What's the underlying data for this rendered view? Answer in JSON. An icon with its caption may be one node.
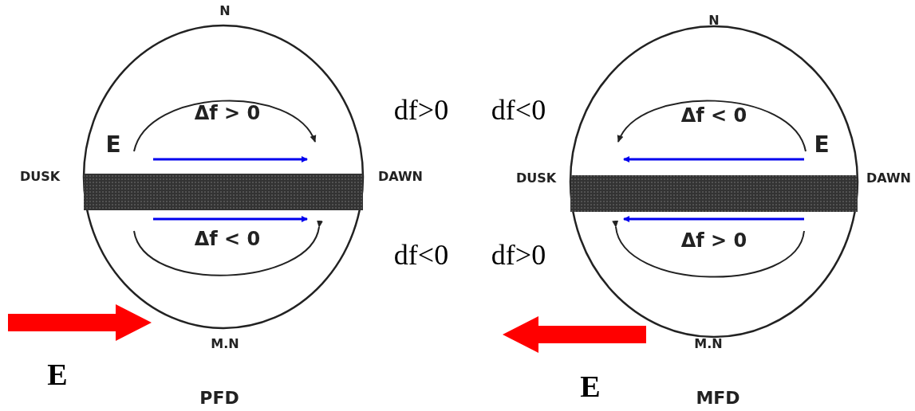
{
  "diagram": {
    "labels": [
      "N",
      "Δf > 0",
      "E",
      "DUSK",
      "DAWN",
      "Δf < 0",
      "M.N",
      "E",
      "PFD",
      "df>0",
      "df<0",
      "df<0",
      "df>0",
      "N",
      "Δf < 0",
      "E",
      "DUSK",
      "DAWN",
      "Δf > 0",
      "M.N",
      "E",
      "MFD"
    ]
  }
}
